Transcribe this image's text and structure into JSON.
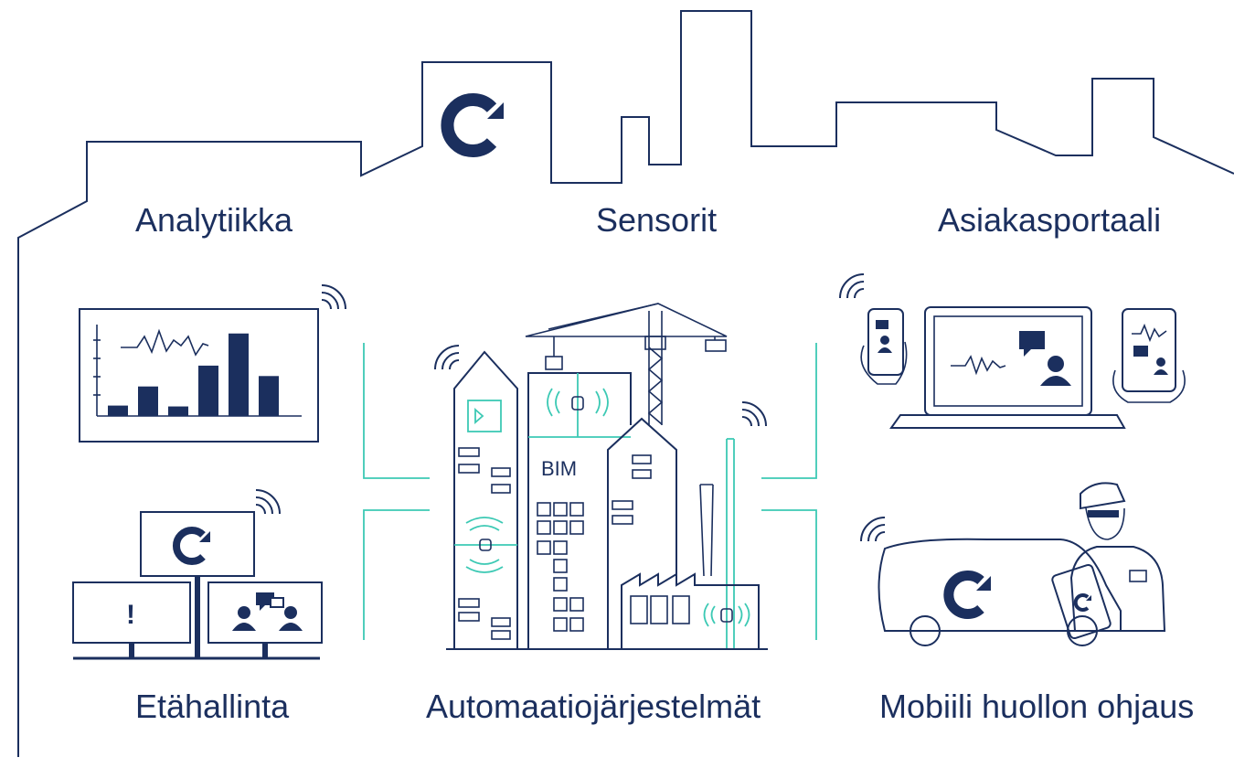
{
  "brand": {
    "navy": "#1b2f5e",
    "teal": "#3cc9b4",
    "logo_icon": "refresh-arrow-icon"
  },
  "labels": {
    "analytics": "Analytiikka",
    "sensors": "Sensorit",
    "customer_portal": "Asiakasportaali",
    "remote_management": "Etähallinta",
    "automation_systems": "Automaatiojärjestelmät",
    "mobile_maintenance": "Mobiili huollon ohjaus"
  },
  "building_signage": {
    "bim": "BIM"
  },
  "alerts": {
    "exclamation": "!"
  },
  "analytics_chart": {
    "type": "bar",
    "values": [
      12,
      34,
      11,
      58,
      95,
      46
    ],
    "ylim": [
      0,
      100
    ]
  }
}
